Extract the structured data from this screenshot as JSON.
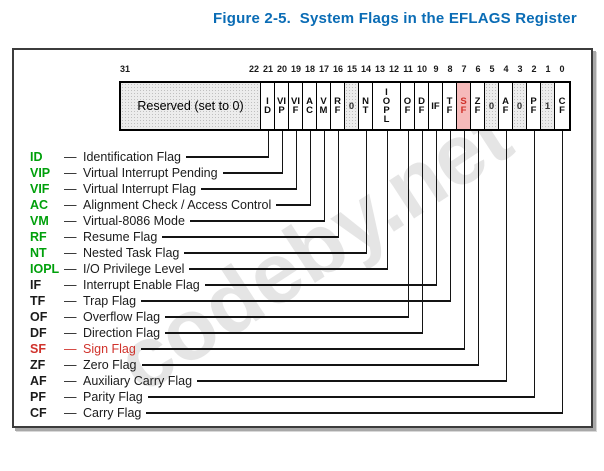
{
  "title": "Figure 2-5.  System Flags in the EFLAGS Register",
  "watermark": "codeby.net",
  "legend_separator": "—",
  "colors": {
    "title_blue": "#0a6cb5",
    "flag_green": "#00a00b",
    "flag_red": "#d0322b",
    "sf_cell_bg": "#f6baba",
    "line": "#141414"
  },
  "register": {
    "bit31_label": "31",
    "bit_numbers": [
      "22",
      "21",
      "20",
      "19",
      "18",
      "17",
      "16",
      "15",
      "14",
      "13",
      "12",
      "11",
      "10",
      "9",
      "8",
      "7",
      "6",
      "5",
      "4",
      "3",
      "2",
      "1",
      "0"
    ],
    "cells": [
      {
        "label": "Reserved (set to 0)",
        "type": "reserved",
        "hi": 31,
        "lo": 22
      },
      {
        "label": "ID",
        "type": "flag",
        "hi": 21,
        "lo": 21
      },
      {
        "label": "VIP",
        "type": "flag",
        "hi": 20,
        "lo": 20
      },
      {
        "label": "VIF",
        "type": "flag",
        "hi": 19,
        "lo": 19
      },
      {
        "label": "AC",
        "type": "flag",
        "hi": 18,
        "lo": 18
      },
      {
        "label": "VM",
        "type": "flag",
        "hi": 17,
        "lo": 17
      },
      {
        "label": "RF",
        "type": "flag",
        "hi": 16,
        "lo": 16
      },
      {
        "label": "0",
        "type": "fixed",
        "hi": 15,
        "lo": 15
      },
      {
        "label": "NT",
        "type": "flag",
        "hi": 14,
        "lo": 14
      },
      {
        "label": "IOPL",
        "type": "flag",
        "hi": 13,
        "lo": 12
      },
      {
        "label": "OF",
        "type": "flag",
        "hi": 11,
        "lo": 11
      },
      {
        "label": "DF",
        "type": "flag",
        "hi": 10,
        "lo": 10
      },
      {
        "label": "IF",
        "type": "flag",
        "hi": 9,
        "lo": 9
      },
      {
        "label": "TF",
        "type": "flag",
        "hi": 8,
        "lo": 8
      },
      {
        "label": "SF",
        "type": "sf",
        "hi": 7,
        "lo": 7
      },
      {
        "label": "ZF",
        "type": "flag",
        "hi": 6,
        "lo": 6
      },
      {
        "label": "0",
        "type": "fixed",
        "hi": 5,
        "lo": 5
      },
      {
        "label": "AF",
        "type": "flag",
        "hi": 4,
        "lo": 4
      },
      {
        "label": "0",
        "type": "fixed",
        "hi": 3,
        "lo": 3
      },
      {
        "label": "PF",
        "type": "flag",
        "hi": 2,
        "lo": 2
      },
      {
        "label": "1",
        "type": "fixed",
        "hi": 1,
        "lo": 1
      },
      {
        "label": "CF",
        "type": "flag",
        "hi": 0,
        "lo": 0
      }
    ]
  },
  "legend": [
    {
      "abbr": "ID",
      "name": "Identification Flag",
      "bit": 21,
      "color": "green"
    },
    {
      "abbr": "VIP",
      "name": "Virtual Interrupt Pending",
      "bit": 20,
      "color": "green"
    },
    {
      "abbr": "VIF",
      "name": "Virtual Interrupt Flag",
      "bit": 19,
      "color": "green"
    },
    {
      "abbr": "AC",
      "name": "Alignment Check / Access Control",
      "bit": 18,
      "color": "green"
    },
    {
      "abbr": "VM",
      "name": "Virtual-8086 Mode",
      "bit": 17,
      "color": "green"
    },
    {
      "abbr": "RF",
      "name": "Resume Flag",
      "bit": 16,
      "color": "green"
    },
    {
      "abbr": "NT",
      "name": "Nested Task Flag",
      "bit": 14,
      "color": "green"
    },
    {
      "abbr": "IOPL",
      "name": "I/O Privilege Level",
      "bit": 12.5,
      "color": "green"
    },
    {
      "abbr": "IF",
      "name": "Interrupt Enable Flag",
      "bit": 9,
      "color": "black"
    },
    {
      "abbr": "TF",
      "name": "Trap Flag",
      "bit": 8,
      "color": "black"
    },
    {
      "abbr": "OF",
      "name": "Overflow Flag",
      "bit": 11,
      "color": "black"
    },
    {
      "abbr": "DF",
      "name": "Direction Flag",
      "bit": 10,
      "color": "black"
    },
    {
      "abbr": "SF",
      "name": "Sign Flag",
      "bit": 7,
      "color": "red"
    },
    {
      "abbr": "ZF",
      "name": "Zero Flag",
      "bit": 6,
      "color": "black"
    },
    {
      "abbr": "AF",
      "name": "Auxiliary Carry Flag",
      "bit": 4,
      "color": "black"
    },
    {
      "abbr": "PF",
      "name": "Parity Flag",
      "bit": 2,
      "color": "black"
    },
    {
      "abbr": "CF",
      "name": "Carry Flag",
      "bit": 0,
      "color": "black"
    }
  ]
}
